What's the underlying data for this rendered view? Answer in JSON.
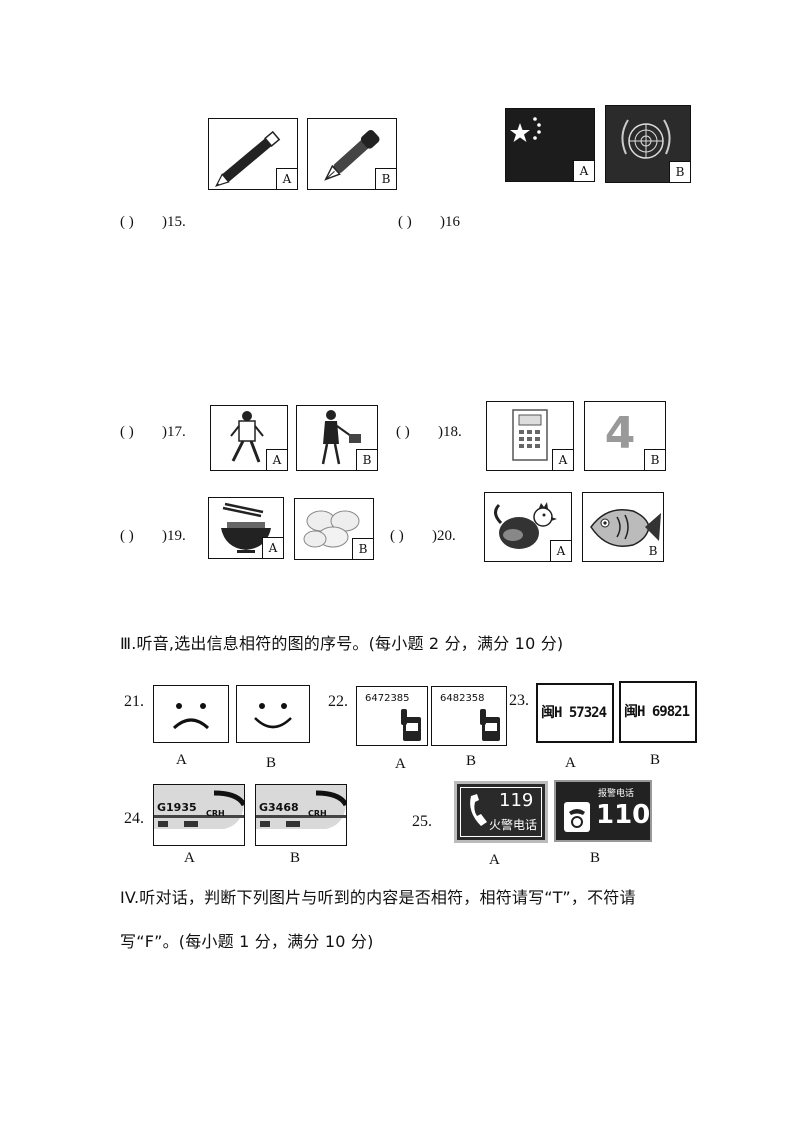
{
  "q15": {
    "paren": "(     )",
    "label": ")15.",
    "a": "A",
    "b": "B"
  },
  "q16": {
    "paren": "(     )",
    "label": ")16",
    "a": "A",
    "b": "B"
  },
  "q17": {
    "paren": "(     )",
    "label": ")17.",
    "a": "A",
    "b": "B"
  },
  "q18": {
    "paren": "(     )",
    "label": ")18.",
    "a": "A",
    "b": "B",
    "digit": "4"
  },
  "q19": {
    "paren": "(     )",
    "label": ")19.",
    "a": "A",
    "b": "B"
  },
  "q20": {
    "paren": "(     )",
    "label": ")20.",
    "a": "A",
    "b": "B"
  },
  "section3": {
    "title": "Ⅲ.听音,选出信息相符的图的序号。(每小题 2 分，满分 10 分)"
  },
  "q21": {
    "num": "21.",
    "a": "A",
    "b": "B"
  },
  "q22": {
    "num": "22.",
    "a": "A",
    "b": "B",
    "phone_a": "6472385",
    "phone_b": "6482358"
  },
  "q23": {
    "num": "23.",
    "a": "A",
    "b": "B",
    "plate_a": "闽H 57324",
    "plate_b": "闽H 69821"
  },
  "q24": {
    "num": "24.",
    "a": "A",
    "b": "B",
    "train_a": "G1935",
    "train_b": "G3468",
    "crh": "CRH"
  },
  "q25": {
    "num": "25.",
    "a": "A",
    "b": "B",
    "fire_num": "119",
    "fire_text": "火警电话",
    "police_text": "报警电话",
    "police_num": "110"
  },
  "section4": {
    "line1": "IV.听对话，判断下列图片与听到的内容是否相符，相符请写“T”，不符请",
    "line2": "写“F”。(每小题 1 分，满分 10 分)"
  }
}
